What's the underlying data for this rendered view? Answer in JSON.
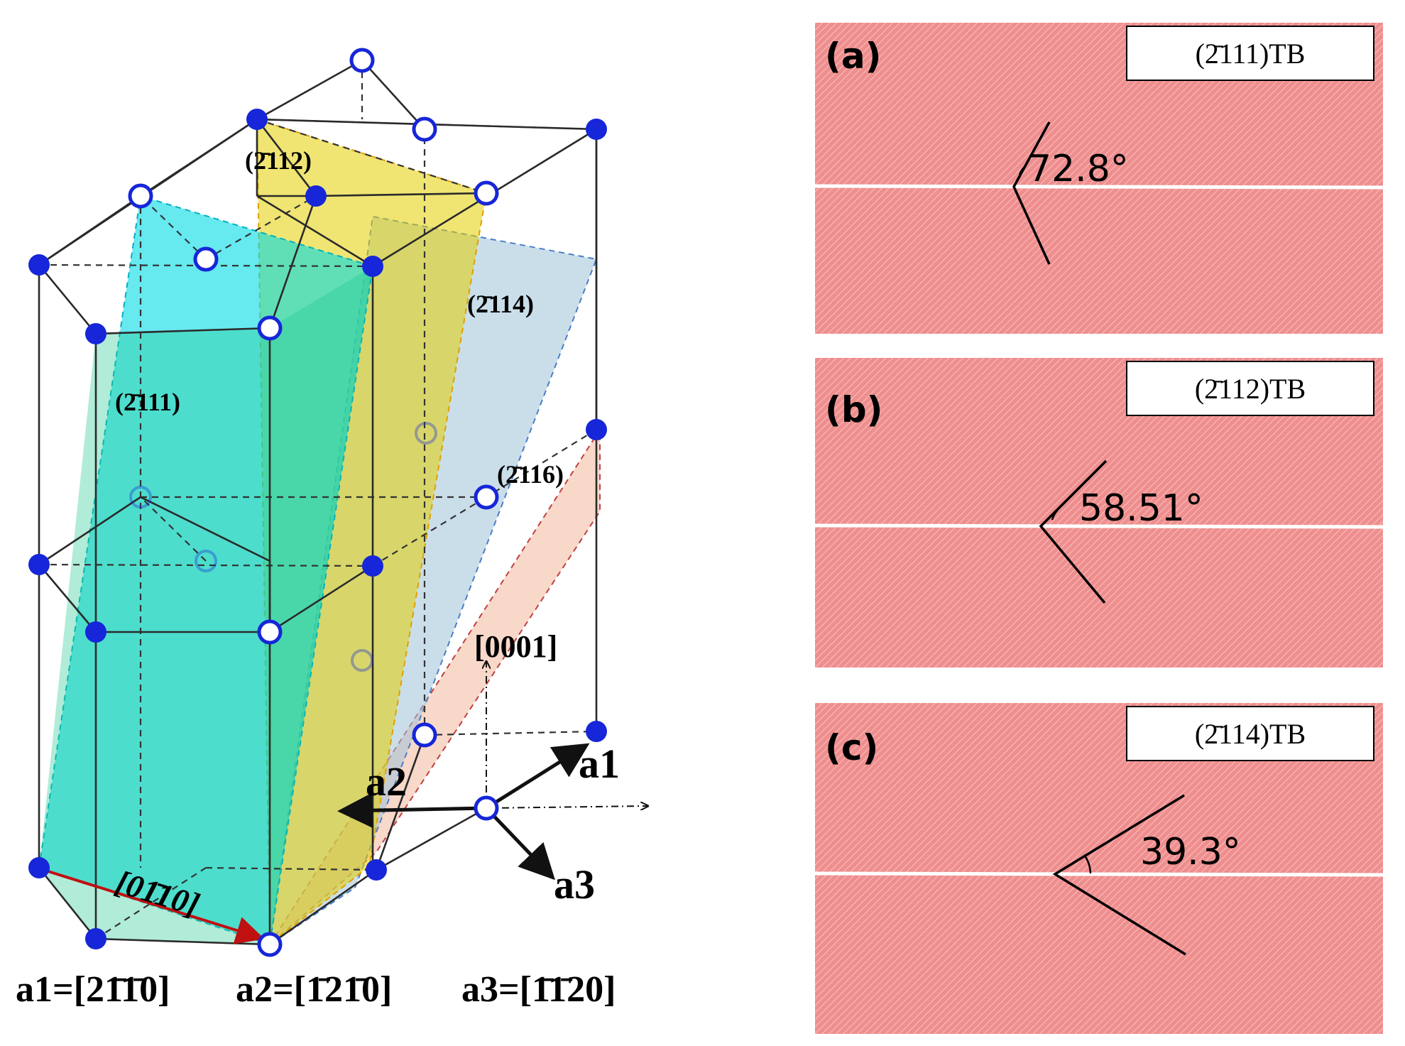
{
  "lattice": {
    "planes": [
      {
        "id": "p2111",
        "label": "(2̄111)",
        "color": "#00d8e0"
      },
      {
        "id": "p2112",
        "label": "(2̄112)",
        "color": "#e4d200"
      },
      {
        "id": "p2114",
        "label": "(2̄114)",
        "color": "#90b8d0"
      },
      {
        "id": "p2116",
        "label": "(2̄116)",
        "color": "#f0b89a"
      }
    ],
    "direction_c": "[0001]",
    "direction_b": "[01̄10]",
    "vector_a1": "a1",
    "vector_a2": "a2",
    "vector_a3": "a3",
    "basis": [
      {
        "name": "a1",
        "value": "[21̄1̄0]"
      },
      {
        "name": "a2",
        "value": "[1̄21̄0]"
      },
      {
        "name": "a3",
        "value": "[1̄1̄20]"
      }
    ],
    "colors": {
      "filled": "#1626d8",
      "ring": "#1626d8",
      "edge": "#333333",
      "arrow": "#b01010"
    }
  },
  "panels": [
    {
      "id": "a",
      "label": "(a)",
      "tb": "(2̄111)TB",
      "angle": "72.8°",
      "fill": "#ee8a8a"
    },
    {
      "id": "b",
      "label": "(b)",
      "tb": "(2̄112)TB",
      "angle": "58.51°",
      "fill": "#ee8a8a"
    },
    {
      "id": "c",
      "label": "(c)",
      "tb": "(2̄114)TB",
      "angle": "39.3°",
      "fill": "#ee8a8a"
    }
  ]
}
